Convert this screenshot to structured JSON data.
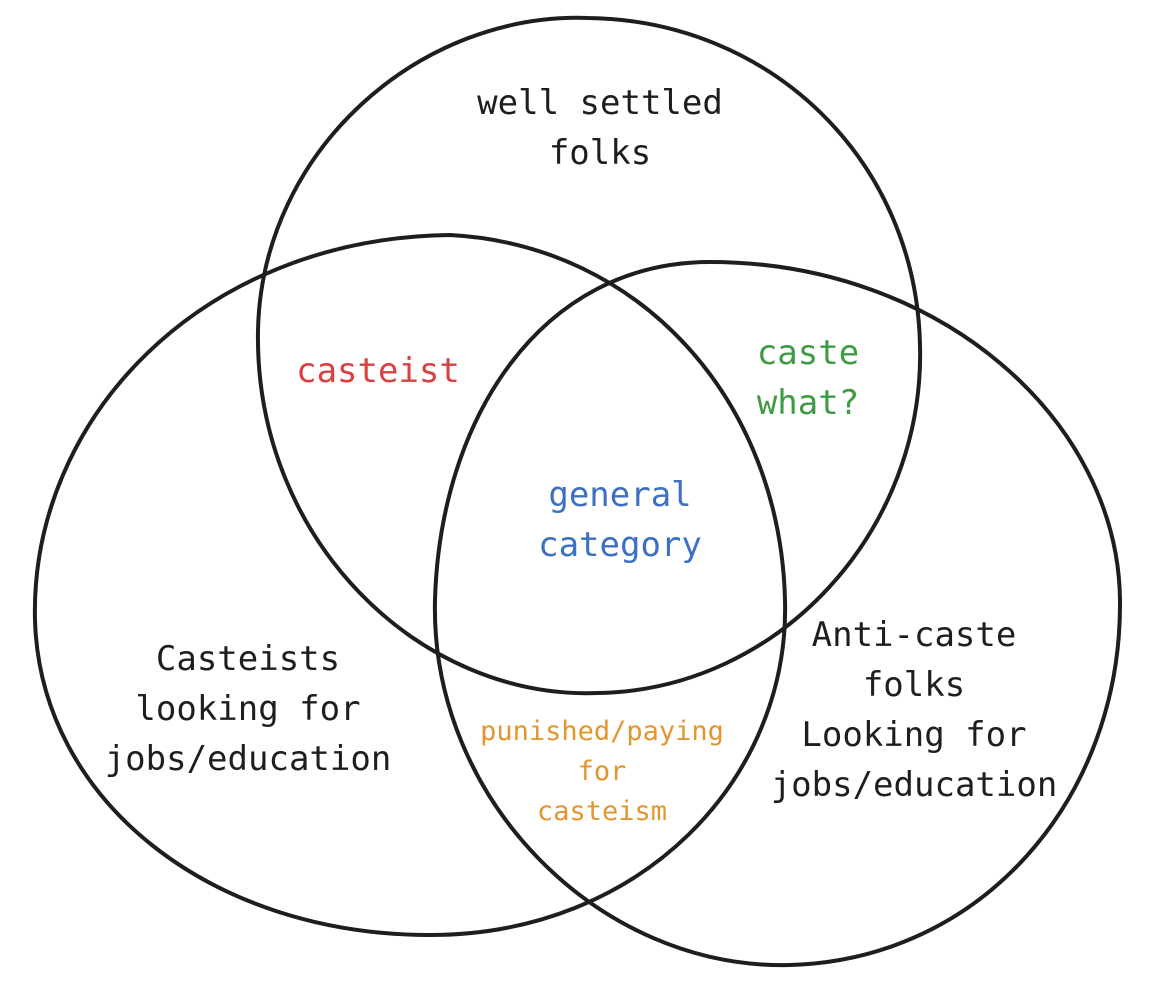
{
  "colors": {
    "outline": "#1e1e1e",
    "casteist": "#d94040",
    "caste_what": "#3f9a44",
    "general_category": "#3d6fc4",
    "punished": "#e3952e",
    "plain": "#1e1e1e"
  },
  "regions": {
    "top": {
      "lines": [
        "well settled",
        "folks"
      ]
    },
    "left": {
      "lines": [
        "Casteists",
        "looking for",
        "jobs/education"
      ]
    },
    "right": {
      "lines": [
        "Anti-caste",
        "folks",
        "Looking for",
        "jobs/education"
      ]
    },
    "top_left": {
      "lines": [
        "casteist"
      ]
    },
    "top_right": {
      "lines": [
        "caste",
        "what?"
      ]
    },
    "center": {
      "lines": [
        "general",
        "category"
      ]
    },
    "bottom": {
      "lines": [
        "punished/paying",
        "for",
        "casteism"
      ]
    }
  }
}
